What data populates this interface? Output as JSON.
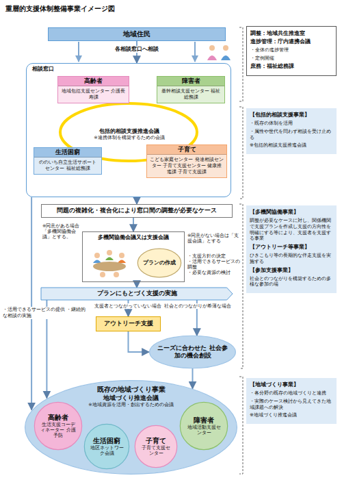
{
  "diagram": {
    "title": "重層的支援体制整備事業イメージ図",
    "nodes": [
      {
        "text": [
          "地域住民"
        ]
      },
      {
        "text": [
          "調整：地域共生推進室",
          "進捗管理：庁内連携会議",
          "・全体の進捗管理",
          "・定例開催",
          "庶務：福祉総務課"
        ]
      },
      {
        "text": [
          "相談窓口"
        ]
      },
      {
        "text": [
          "高齢者",
          "地域包括支援センター 介護長寿課"
        ],
        "in": 2
      },
      {
        "text": [
          "障害者",
          "基幹相談支援センター 福祉総務課"
        ],
        "in": 2
      },
      {
        "text": [
          "包括的相談支援推進会議",
          "※連携体制を構築するための会議"
        ],
        "in": 2
      },
      {
        "text": [
          "生活困窮",
          "ののいち自立生活サポートセンター 福祉総務課"
        ],
        "in": 2
      },
      {
        "text": [
          "子育て",
          "こども家庭センター 発達相談センター 子育て支援センター 健康推進課 子育て支援課"
        ],
        "in": 2
      },
      {
        "text": [
          "【包括的相談支援事業】",
          "・既存の体制を活用",
          "・属性や世代を問わず相談を受け止める",
          "※包括的相談支援推進会議"
        ]
      },
      {
        "text": [
          "問題の複雑化・複合化により窓口間の調整が必要なケース"
        ]
      },
      {
        "text": [
          "多機関協働会議又は支援会議"
        ]
      },
      {
        "text": [
          "プランの作成"
        ],
        "in": 10
      },
      {
        "text": [
          "【多機関協働事業】",
          "調整が必要なケースに対し、関係機関で支援プランを作成し支援の方向性を明確にする等により、支援者を支援する事業",
          "【アウトリーチ等事業】",
          "ひきこもり等の長期的な伴走支援を実施する",
          "【参加支援事業】",
          "社会とのつながりを構築するための多様な参加の場"
        ]
      },
      {
        "text": [
          "プランにもとづく支援の実施"
        ]
      },
      {
        "text": [
          "アウトリーチ支援"
        ]
      },
      {
        "text": [
          "ニーズに合わせた 社会参加の機会創設"
        ]
      },
      {
        "text": [
          "既存の地域づくり事業",
          "地域づくり推進会議",
          "※地域資源を活用・創出するための会議"
        ]
      },
      {
        "text": [
          "高齢者",
          "生活支援コーディネーター 介護予防"
        ],
        "in": 16
      },
      {
        "text": [
          "生活困窮",
          "地区ネットワーク会議"
        ],
        "in": 16
      },
      {
        "text": [
          "子育て",
          "子育て支援センター"
        ],
        "in": 16
      },
      {
        "text": [
          "障害者",
          "地域活動支援センター"
        ],
        "in": 16
      },
      {
        "text": [
          "【地域づくり事業】",
          "・各分野の既存の地域づくりと連携",
          "・実際のケース検討から見えてきた地域課題への解決",
          "※地域づくり推進会議"
        ]
      }
    ],
    "edges": [
      {
        "from": 0,
        "to": 2,
        "arrow": "to",
        "label": "各相談窓口へ相談"
      },
      {
        "from": 2,
        "to": 9,
        "arrow": "to"
      },
      {
        "from": 9,
        "to": 10,
        "arrow": "to"
      },
      {
        "from": 10,
        "to": 13,
        "arrow": "to"
      },
      {
        "from": 13,
        "to": 14,
        "arrow": "to",
        "label": "支援者とつながっていない場合"
      },
      {
        "from": 13,
        "to": 15,
        "arrow": "to",
        "label": "社会とのつながりが希薄な場合"
      },
      {
        "from": 14,
        "to": 15,
        "arrow": "to"
      },
      {
        "from": 15,
        "to": 16,
        "arrow": "to"
      },
      {
        "from": 2,
        "to": 16,
        "arrow": "to",
        "label": "・活用できるサービスの提供 ・継続的な相談の実施"
      },
      {
        "from": 13,
        "to": 16,
        "arrow": "to"
      }
    ],
    "labels": [
      "※同意がある場合「多機関協働会議」とする。",
      "※同意がない場合は「支援会議」とする",
      "・支援方針の決定",
      "・活用できるサービスの調整",
      "・必要な資源の検討"
    ]
  }
}
